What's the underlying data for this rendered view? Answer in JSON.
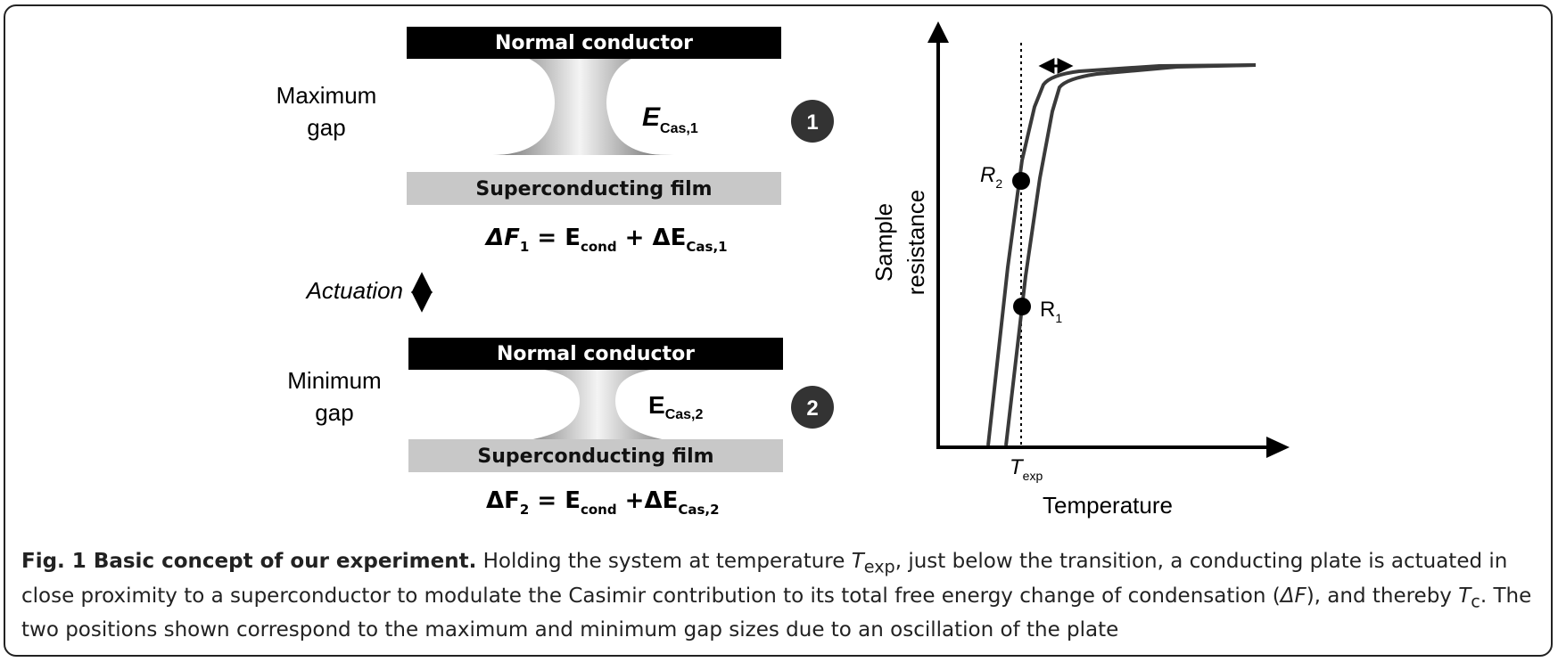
{
  "diagram": {
    "panel1": {
      "top_plate": "Normal conductor",
      "bottom_plate": "Superconducting film",
      "gap_label_line1": "Maximum",
      "gap_label_line2": "gap",
      "energy_main": "E",
      "energy_sub": "Cas,1",
      "badge": "1",
      "eq_lhs": "ΔF",
      "eq_lhs_sub": "1",
      "eq_mid": " = E",
      "eq_mid_sub": "cond",
      "eq_plus": " + ΔE",
      "eq_plus_sub": "Cas,1"
    },
    "actuation_label": "Actuation",
    "panel2": {
      "top_plate": "Normal conductor",
      "bottom_plate": "Superconducting film",
      "gap_label_line1": "Minimum",
      "gap_label_line2": "gap",
      "energy_main": "E",
      "energy_sub": "Cas,2",
      "badge": "2",
      "eq_lhs": "ΔF",
      "eq_lhs_sub": "2",
      "eq_mid": " = E",
      "eq_mid_sub": "cond",
      "eq_plus": " +ΔE",
      "eq_plus_sub": "Cas,2"
    },
    "plot": {
      "ylabel_line1": "Sample",
      "ylabel_line2": "resistance",
      "xlabel": "Temperature",
      "texp_main": "T",
      "texp_sub": "exp",
      "r1_main": "R",
      "r1_sub": "1",
      "r2_main": "R",
      "r2_sub": "2"
    },
    "colors": {
      "top_plate": "#000000",
      "bottom_plate": "#c8c8c8",
      "badge": "#333333",
      "curve": "#3a3a3a"
    }
  },
  "caption": {
    "title": "Fig. 1 Basic concept of our experiment.",
    "part1": " Holding the system at temperature ",
    "t_main": "T",
    "t_sub": "exp",
    "part2": ", just below the transition, a conducting plate is actuated in close proximity to a superconductor to modulate the Casimir contribution to its total free energy change of condensation (",
    "delta_f": "ΔF",
    "part3": "), and thereby ",
    "tc_main": "T",
    "tc_sub": "c",
    "part4": ". The two positions shown correspond to the maximum and minimum gap sizes due to an oscillation of the plate"
  }
}
